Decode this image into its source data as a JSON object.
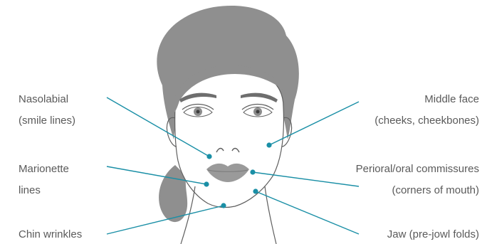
{
  "diagram": {
    "colors": {
      "leader_line": "#1a8fa6",
      "hair": "#8f8f8f",
      "skin_outline": "#5f5f5f",
      "lips": "#9a9a9a",
      "iris": "#8c8c8c"
    },
    "labels": {
      "nasolabial": {
        "line1": "Nasolabial",
        "line2": "(smile lines)"
      },
      "marionette": {
        "line1": "Marionette",
        "line2": "lines"
      },
      "chin": {
        "line1": "Chin wrinkles"
      },
      "middle_face": {
        "line1": "Middle face",
        "line2": "(cheeks, cheekbones)"
      },
      "perioral": {
        "line1": "Perioral/oral commissures",
        "line2": "(corners of mouth)"
      },
      "jaw": {
        "line1": "Jaw (pre-jowl folds)"
      }
    }
  }
}
